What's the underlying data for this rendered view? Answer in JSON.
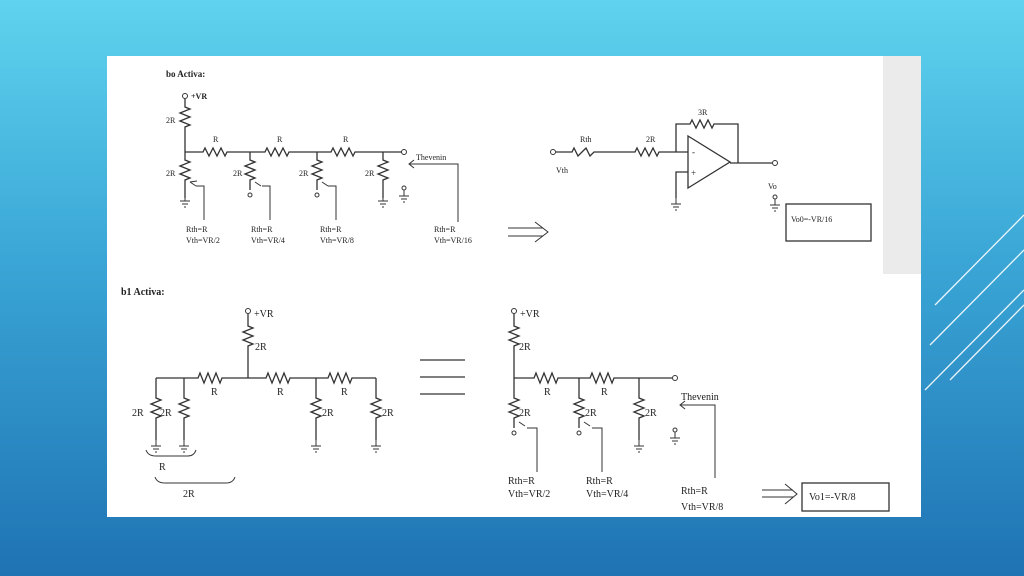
{
  "colors": {
    "background_top": "#5fd3ee",
    "background_bottom": "#1f73b3",
    "panel": "#ffffff",
    "strip": "#ebebeb"
  },
  "top": {
    "title": "bo Activa:",
    "supply": "+VR",
    "res_2r": "2R",
    "res_r": "R",
    "thevenin": "Thevenin",
    "rth_r": "Rth=R",
    "vth_2": "Vth=VR/2",
    "vth_4": "Vth=VR/4",
    "vth_8": "Vth=VR/8",
    "vth_16": "Vth=VR/16",
    "opamp": {
      "rth": "Rth",
      "res_2r": "2R",
      "res_3r": "3R",
      "vth": "Vth",
      "minus": "-",
      "plus": "+",
      "vo": "Vo"
    },
    "result": "Vo0=-VR/16"
  },
  "bottom": {
    "title": "b1 Activa:",
    "supply": "+VR",
    "res_2r": "2R",
    "res_r": "R",
    "brace_r": "R",
    "brace_2r": "2R",
    "thevenin": "Thevenin",
    "rth_r": "Rth=R",
    "vth_2": "Vth=VR/2",
    "vth_4": "Vth=VR/4",
    "vth_8": "Vth=VR/8",
    "result": "Vo1=-VR/8"
  }
}
